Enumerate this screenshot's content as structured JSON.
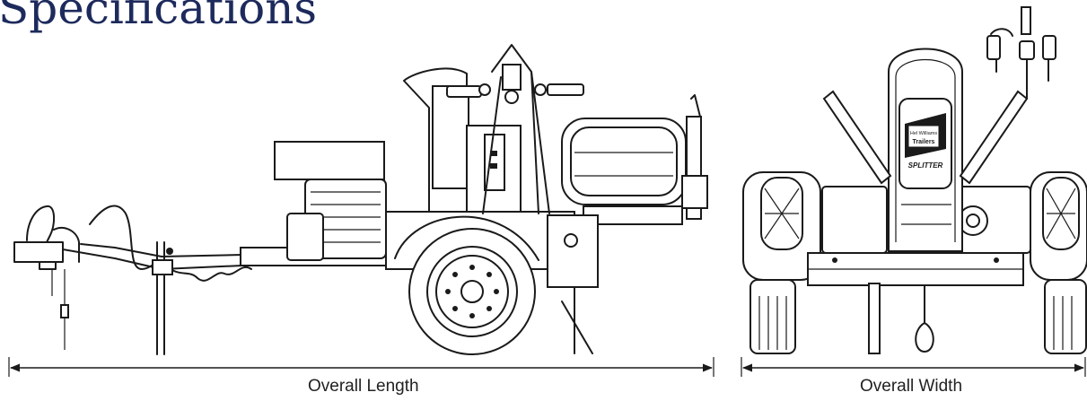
{
  "page": {
    "title": "Specifications"
  },
  "dimensions": {
    "length_label": "Overall Length",
    "width_label": "Overall Width"
  },
  "badge": {
    "brand_line1": "Hel Williams",
    "brand_line2": "Trailers",
    "product": "SPLITTER"
  }
}
